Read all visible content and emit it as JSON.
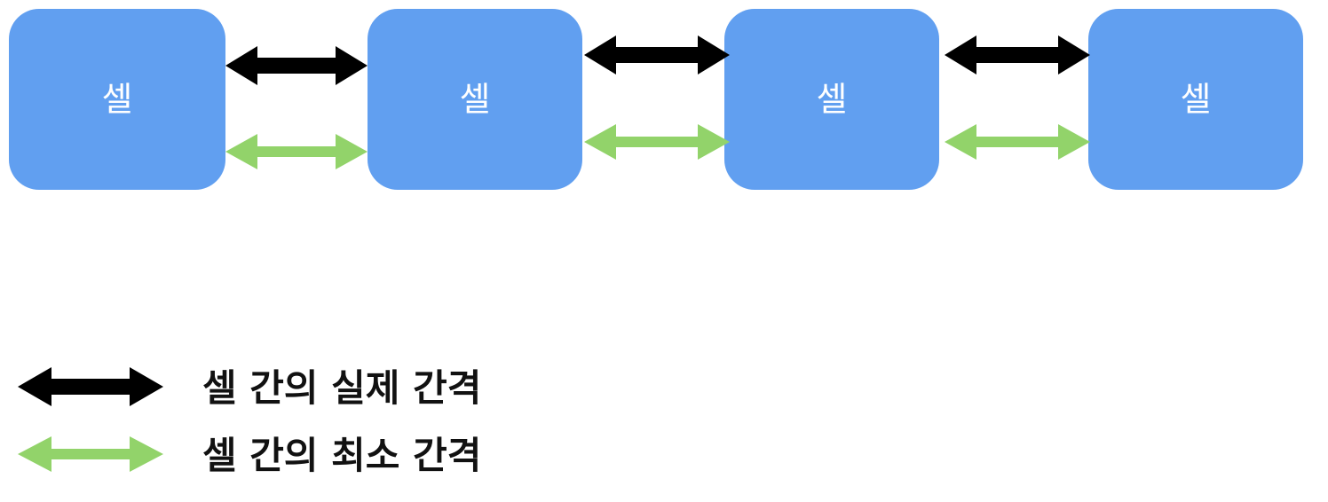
{
  "cells": [
    {
      "label": "셀"
    },
    {
      "label": "셀"
    },
    {
      "label": "셀"
    },
    {
      "label": "셀"
    }
  ],
  "legend": [
    {
      "label": "셀 간의 실제 간격",
      "color": "#000000",
      "arrow": "double-arrow-black"
    },
    {
      "label": "셀 간의 최소 간격",
      "color": "#92d36a",
      "arrow": "double-arrow-green"
    }
  ],
  "colors": {
    "cell_fill": "#619ff0",
    "cell_text": "#ffffff",
    "actual_spacing": "#000000",
    "minimum_spacing": "#92d36a"
  }
}
